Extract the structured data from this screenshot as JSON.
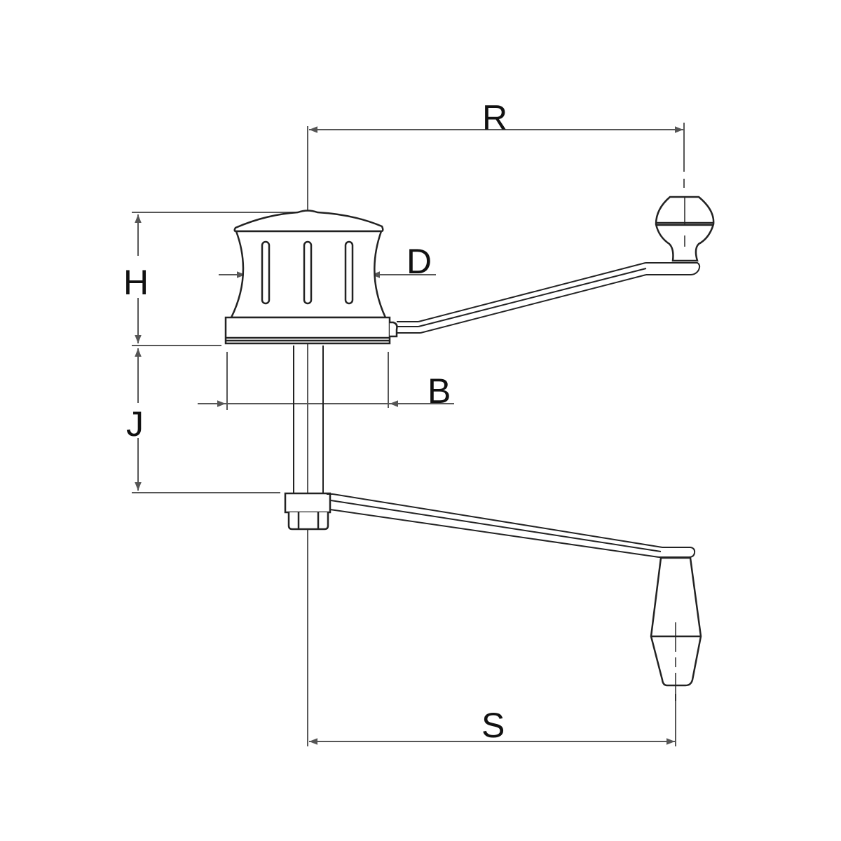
{
  "diagram": {
    "subject": "manual winch with crank handles",
    "dimension_labels": {
      "R": "R",
      "S": "S",
      "H": "H",
      "J": "J",
      "D": "D",
      "B": "B"
    },
    "colors": {
      "outline": "#222222",
      "dimension_line": "#555555",
      "background": "#ffffff"
    }
  }
}
